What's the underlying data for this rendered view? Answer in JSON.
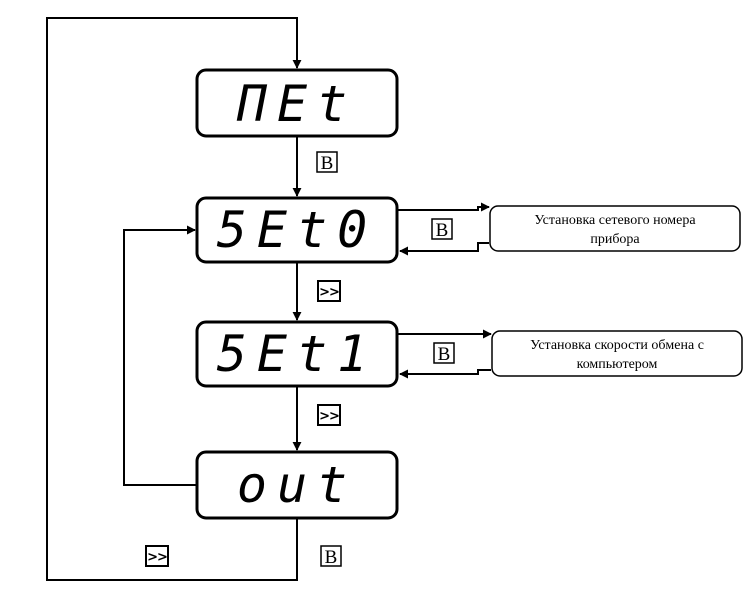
{
  "displays": {
    "net": "ΠΕt",
    "set0": "5Et0",
    "set1": "5Et1",
    "out": "out"
  },
  "keys": {
    "b": "B",
    "next": ">>"
  },
  "notes": {
    "set0": [
      "Установка сетевого номера",
      "прибора"
    ],
    "set1": [
      "Установка скорости обмена с",
      "компьютером"
    ]
  }
}
